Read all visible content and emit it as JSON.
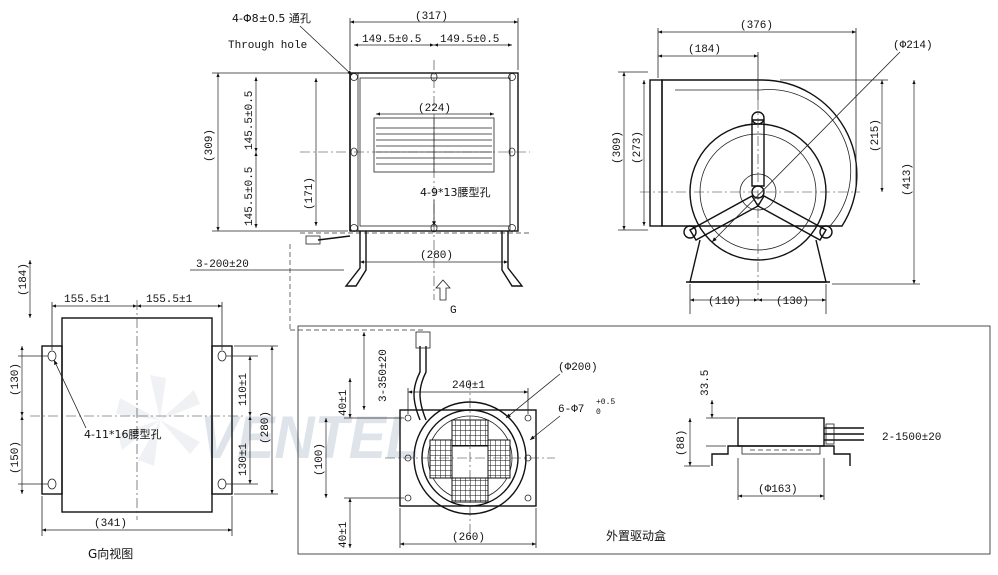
{
  "top_view": {
    "width_overall": "(317)",
    "hole_pitch_left": "149.5±0.5",
    "hole_pitch_right": "149.5±0.5",
    "through_hole_spec": "4-Φ8±0.5 通孔",
    "through_hole_en": "Through hole",
    "outlet_width": "(224)",
    "height_overall": "(309)",
    "pitch_vertical": "145.5±0.5",
    "pitch_vertical_2": "145.5±0.5",
    "inner_height": "(171)",
    "slot_spec": "4-9*13腰型孔",
    "base_width": "(280)",
    "cable_length": "3-200±20",
    "view_arrow_label": "G"
  },
  "side_view": {
    "width_overall": "(376)",
    "half_width": "(184)",
    "wheel_diameter": "(Φ214)",
    "height_309": "(309)",
    "height_273": "(273)",
    "height_215": "(215)",
    "height_413": "(413)",
    "foot_left": "(110)",
    "foot_right": "(130)"
  },
  "g_view": {
    "top_offset": "(184)",
    "pitch_left": "155.5±1",
    "pitch_right": "155.5±1",
    "h_130": "(130)",
    "h_150": "(150)",
    "h_110": "110±1",
    "h_130b": "130±1",
    "h_280": "(280)",
    "slot_spec": "4-11*16腰型孔",
    "width_overall": "(341)",
    "caption": "G向视图"
  },
  "flange_view": {
    "cable_length": "3-350±20",
    "bolt_pitch": "240±1",
    "diameter": "(Φ200)",
    "hole_spec": "6-Φ7",
    "tol_upper": "+0.5",
    "tol_lower": "0",
    "v_40_top": "40±1",
    "v_100": "(100)",
    "v_40_bottom": "40±1",
    "width_overall": "(260)"
  },
  "driver_box": {
    "height_33_5": "33.5",
    "height_88": "(88)",
    "cable_length": "2-1500±20",
    "length": "(Φ163)",
    "caption": "外置驱动盒"
  },
  "watermark": "VENTEL"
}
